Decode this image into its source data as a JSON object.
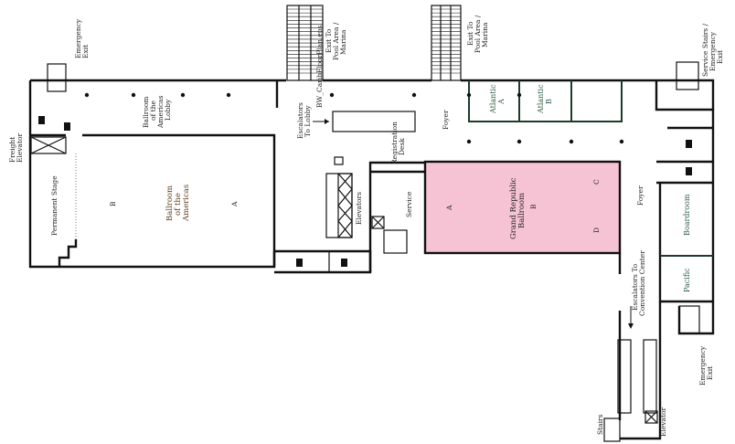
{
  "colors": {
    "grand_republic_fill": "#f6c3d5",
    "wall": "#111111",
    "meeting_room_text": "#2c5e43",
    "ballroom_text": "#5a3a1a"
  },
  "labels": {
    "emergency_exit_top": [
      "Emergency",
      "Exit"
    ],
    "freight_elevator": [
      "Freight",
      "Elevator"
    ],
    "permanent_stage": "Permanent Stage",
    "ballroom_americas_lobby": [
      "Ballroom",
      "of the",
      "Americas",
      "Lobby"
    ],
    "ballroom_americas": [
      "Ballroom",
      "of the",
      "Americas"
    ],
    "ballroom_americas_sections": [
      "B",
      "A"
    ],
    "exit_pool_left": [
      "Exit To",
      "Pool Area /",
      "Marina"
    ],
    "exit_pool_right": [
      "Exit To",
      "Pool Area /",
      "Marina"
    ],
    "file_label": "BW_CaribFloorPlan.eps",
    "escalators_to_lobby": [
      "Escalators",
      "To Lobby"
    ],
    "registration_desk": [
      "Registration",
      "Desk"
    ],
    "foyer_top": "Foyer",
    "elevators": "Elevators",
    "service": "Service",
    "atlantic_a": [
      "Atlantic",
      "A"
    ],
    "atlantic_b": [
      "Atlantic",
      "B"
    ],
    "grand_republic": [
      "Grand Republic",
      "Ballroom"
    ],
    "grand_republic_sections": [
      "A",
      "B",
      "C",
      "D"
    ],
    "foyer_right": "Foyer",
    "boardroom": "Boardroom",
    "pacific": "Pacific",
    "service_stairs": [
      "Service Stairs /",
      "Emergency",
      "Exit"
    ],
    "escalators_convention": [
      "Escalators To",
      "Convention Center"
    ],
    "emergency_exit_bottom": [
      "Emergency",
      "Exit"
    ],
    "stairs": "Stairs",
    "elevator": "Elevator"
  },
  "icons": [
    "restroom-men-icon",
    "restroom-women-icon",
    "telephone-icon",
    "elevator-icon",
    "escalator-icon",
    "stairs-icon",
    "door-icon",
    "column-icon"
  ]
}
